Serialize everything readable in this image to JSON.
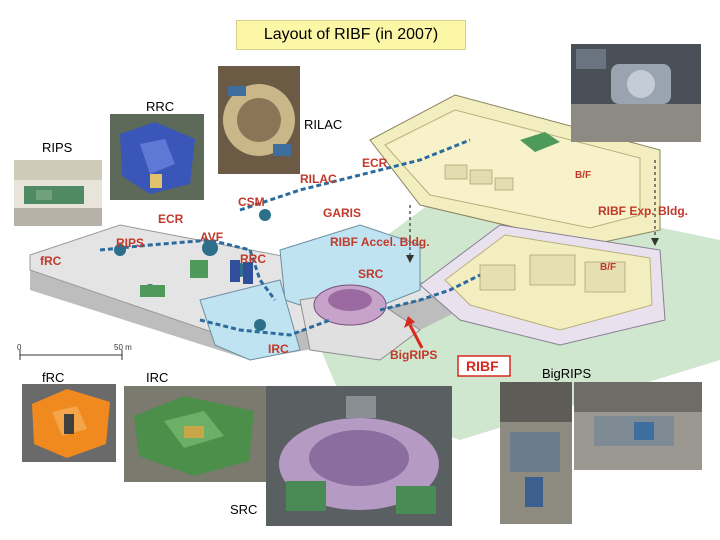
{
  "title": "Layout of RIBF (in 2007)",
  "photo_labels": {
    "rrc": "RRC",
    "rilac": "RILAC",
    "rips": "RIPS",
    "frc": "fRC",
    "irc": "IRC",
    "src": "SRC",
    "bigrips": "BigRIPS"
  },
  "plan": {
    "labels": {
      "ecr_top": "ECR",
      "rilac": "RILAC",
      "csm": "CSM",
      "garis": "GARIS",
      "ecr_left": "ECR",
      "avf": "AVF",
      "rips": "RIPS",
      "frc": "fRC",
      "rrc": "RRC",
      "accel_bldg": "RIBF Accel. Bldg.",
      "src": "SRC",
      "irc": "IRC",
      "bigrips": "BigRIPS",
      "ribf": "RIBF",
      "exp_bldg": "RIBF Exp. Bldg.",
      "bf_upper": "B/F",
      "bf_lower": "B/F"
    },
    "scale": {
      "zero": "0",
      "max": "50 m"
    }
  },
  "colors": {
    "title_bg": "#fbf7a6",
    "plan_label": "#c0392b",
    "plan_label_blue": "#1f3f8f",
    "ground": "#cfe6cf",
    "building": "#f0eab4",
    "hall": "#bfe3f0"
  }
}
